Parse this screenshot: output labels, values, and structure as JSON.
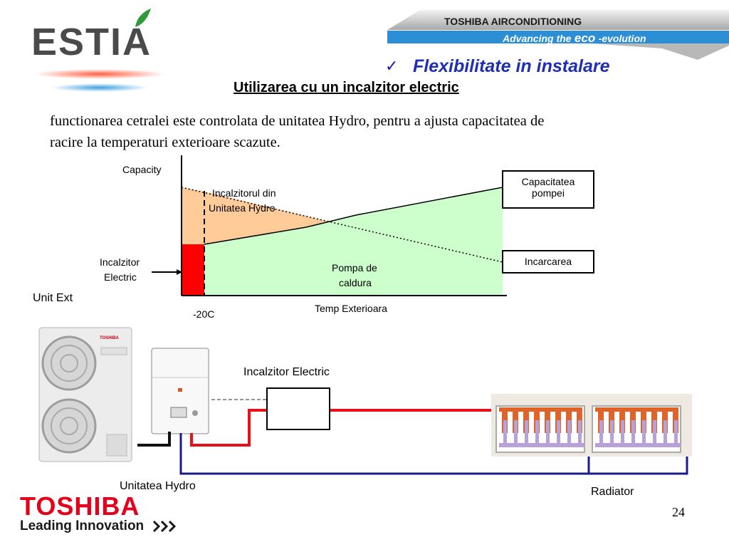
{
  "header": {
    "logo_text": "ESTIA",
    "banner_title": "TOSHIBA AIRCONDITIONING",
    "banner_sub_prefix": "Advancing the",
    "banner_sub_eco": "eco",
    "banner_sub_suffix": "-evolution",
    "heading": "Flexibilitate in instalare",
    "subtitle": "Utilizarea cu un incalzitor electric"
  },
  "body": {
    "paragraph_line1": "functionarea cetralei este controlata de unitatea Hydro, pentru a ajusta capacitatea de",
    "paragraph_line2": "racire la temperaturi exterioare scazute."
  },
  "chart_labels": {
    "y_axis": "Capacity",
    "x_axis": "Temp Exterioara",
    "x_mark": "-20C",
    "hydro_heater_line1": "Incalzitorul din",
    "hydro_heater_line2": "Unitatea Hydro",
    "heat_pump_line1": "Pompa de",
    "heat_pump_line2": "caldura",
    "electric_heater_line1": "Incalzitor",
    "electric_heater_line2": "Electric",
    "pump_capacity_line1": "Capacitatea",
    "pump_capacity_line2": "pompei",
    "load": "Incarcarea"
  },
  "installation": {
    "unit_ext": "Unit Ext",
    "electric_heater": "Incalzitor Electric",
    "hydro_unit": "Unitatea Hydro",
    "radiator": "Radiator",
    "outdoor_brand": "TOSHIBA"
  },
  "footer": {
    "brand": "TOSHIBA",
    "tagline": "Leading Innovation",
    "page_number": "24"
  },
  "colors": {
    "heading_blue": "#1f2fb4",
    "toshiba_red": "#e4001b",
    "heat_pump_green": "#ccffcc",
    "hydro_orange": "#ffcc99",
    "electric_red": "#ff0000",
    "pipe_red": "#e8101a",
    "pipe_blue": "#1a1a8c"
  }
}
